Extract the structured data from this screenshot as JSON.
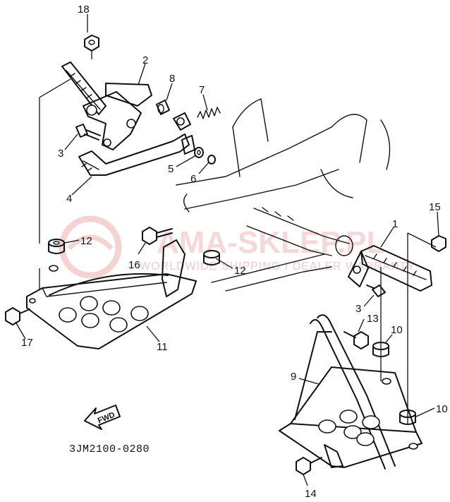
{
  "diagram": {
    "code": "3JM2100-0280",
    "fwd_label": "FWD",
    "watermark": {
      "logo": "AMA-SKLEP.PL",
      "tagline": "WORLDWIDE SHIPPING I DEALER WARRANTY"
    },
    "labels": {
      "l18": "18",
      "l2": "2",
      "l8": "8",
      "l7": "7",
      "l3a": "3",
      "l5": "5",
      "l6": "6",
      "l4": "4",
      "l15": "15",
      "l1": "1",
      "l12a": "12",
      "l16": "16",
      "l12b": "12",
      "l3b": "3",
      "l13": "13",
      "l10a": "10",
      "l17": "17",
      "l11": "11",
      "l9": "9",
      "l10b": "10",
      "l14": "14"
    }
  }
}
